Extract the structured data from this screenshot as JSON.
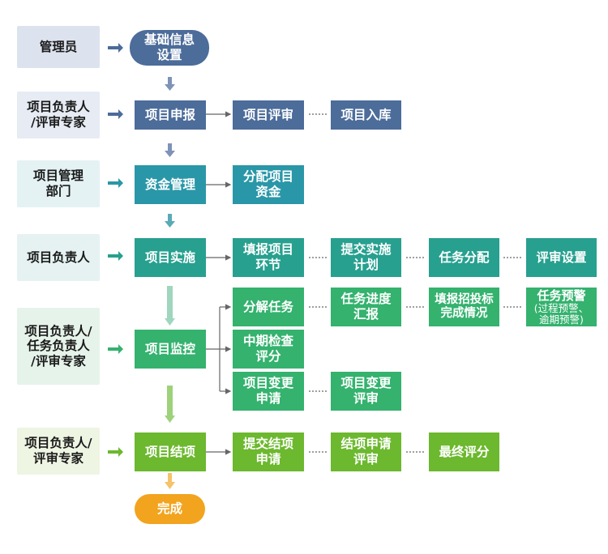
{
  "colors": {
    "blue": "#4c6c9a",
    "blue_light_bg": "#dde2ef",
    "blue_light_bg2": "#e6ebf4",
    "teal": "#2a97a8",
    "teal_bg": "#e4f2f3",
    "teal2": "#27a08f",
    "teal2_bg": "#e5f2f1",
    "green": "#34b26e",
    "green_bg": "#e6f3ea",
    "lime": "#6cb82e",
    "lime_bg": "#eef5e3",
    "orange": "#f2a41e"
  },
  "roles": {
    "admin": "管理员",
    "applicant_reviewer": "项目负责人\n/评审专家",
    "dept": "项目管理\n部门",
    "leader": "项目负责人",
    "monitor_roles": "项目负责人/\n任务负责人\n/评审专家",
    "closing_roles": "项目负责人/\n评审专家"
  },
  "nodes": {
    "basic_settings": "基础信息\n设置",
    "apply": "项目申报",
    "review": "项目评审",
    "storage": "项目入库",
    "fund_mgmt": "资金管理",
    "allocate": "分配项目\n资金",
    "implement": "项目实施",
    "fill_node": "填报项目\n环节",
    "submit_plan": "提交实施\n计划",
    "assign": "任务分配",
    "review_setting": "评审设置",
    "monitor": "项目监控",
    "decompose": "分解任务",
    "progress_report": "任务进度\n汇报",
    "bid_report": "填报招投标\n完成情况",
    "warning_title": "任务预警",
    "warning_sub": "(过程预警、\n逾期预警)",
    "midterm": "中期检查\n评分",
    "change_apply": "项目变更\n申请",
    "change_review": "项目变更\n评审",
    "closing": "项目结项",
    "submit_closing": "提交结项\n申请",
    "closing_review": "结项申请\n评审",
    "final_score": "最终评分",
    "done": "完成"
  }
}
